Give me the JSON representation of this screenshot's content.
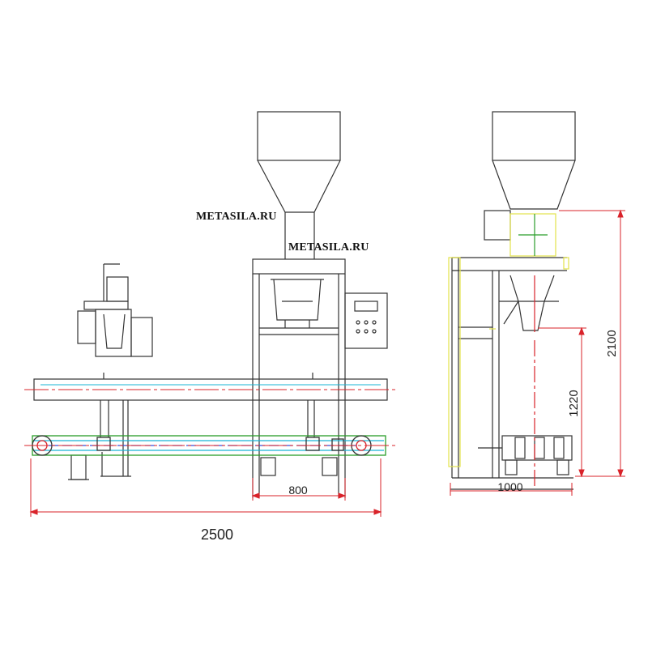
{
  "watermarks": [
    "METASILA.RU",
    "METASILA.RU"
  ],
  "dimensions": {
    "total_length": "2500",
    "frame_width": "800",
    "side_width": "1000",
    "total_height": "2100",
    "spout_height": "1220"
  },
  "colors": {
    "line": "#333333",
    "dim_red": "#d9232a",
    "cyan": "#19b5d6",
    "green": "#2a9d2a",
    "yellow": "#e3e34a",
    "blue": "#3b4fd8"
  }
}
